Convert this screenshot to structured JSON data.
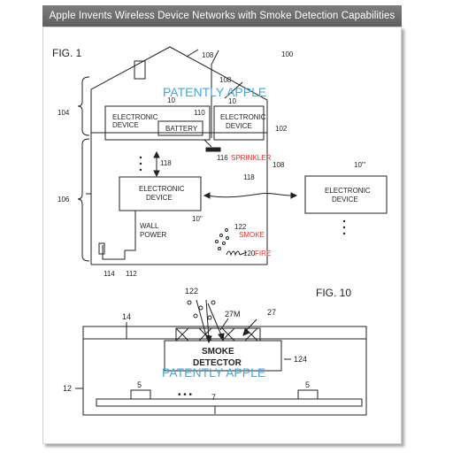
{
  "banner": {
    "title": "Apple Invents Wireless Device Networks with Smoke Detection Capabilities"
  },
  "fig1": {
    "label": "FIG. 1",
    "watermark": "PATENTLY APPLE",
    "ref_100": "100",
    "ref_108_top": "108",
    "ref_108_chimney": "108",
    "ref_104": "104",
    "ref_106": "106",
    "ref_102": "102",
    "ref_108_mid": "108",
    "device_a": {
      "line1": "ELECTRONIC",
      "line2": "DEVICE",
      "ref": "10",
      "battery": "BATTERY",
      "battery_ref": "110"
    },
    "device_b": {
      "line1": "ELECTRONIC",
      "line2": "DEVICE",
      "ref": "10"
    },
    "device_c": {
      "line1": "ELECTRONIC",
      "line2": "DEVICE",
      "ref": "10\""
    },
    "device_d": {
      "line1": "ELECTRONIC",
      "line2": "DEVICE",
      "ref": "10\"'"
    },
    "sprinkler_ref": "116",
    "sprinkler_label": "SPRINKLER",
    "ref_118_a": "118",
    "ref_118_b": "118",
    "wall_power_1": "WALL",
    "wall_power_2": "POWER",
    "smoke_ref": "122",
    "smoke_label": "SMOKE",
    "fire_ref": "120",
    "fire_label": "FIRE",
    "ref_114": "114",
    "ref_112": "112",
    "ellipsis": "•\n•\n•"
  },
  "fig10": {
    "label": "FIG. 10",
    "watermark": "PATENTLY APPLE",
    "ref_122": "122",
    "ref_27M": "27M",
    "ref_27": "27",
    "ref_14": "14",
    "ref_124": "124",
    "ref_12": "12",
    "ref_5_left": "5",
    "ref_5_right": "5",
    "ref_7": "7",
    "detector_line1": "SMOKE",
    "detector_line2": "DETECTOR",
    "dots": "• • •"
  },
  "colors": {
    "watermark": "#4aa6d6",
    "red_label": "#e0302f",
    "line": "#222222"
  }
}
